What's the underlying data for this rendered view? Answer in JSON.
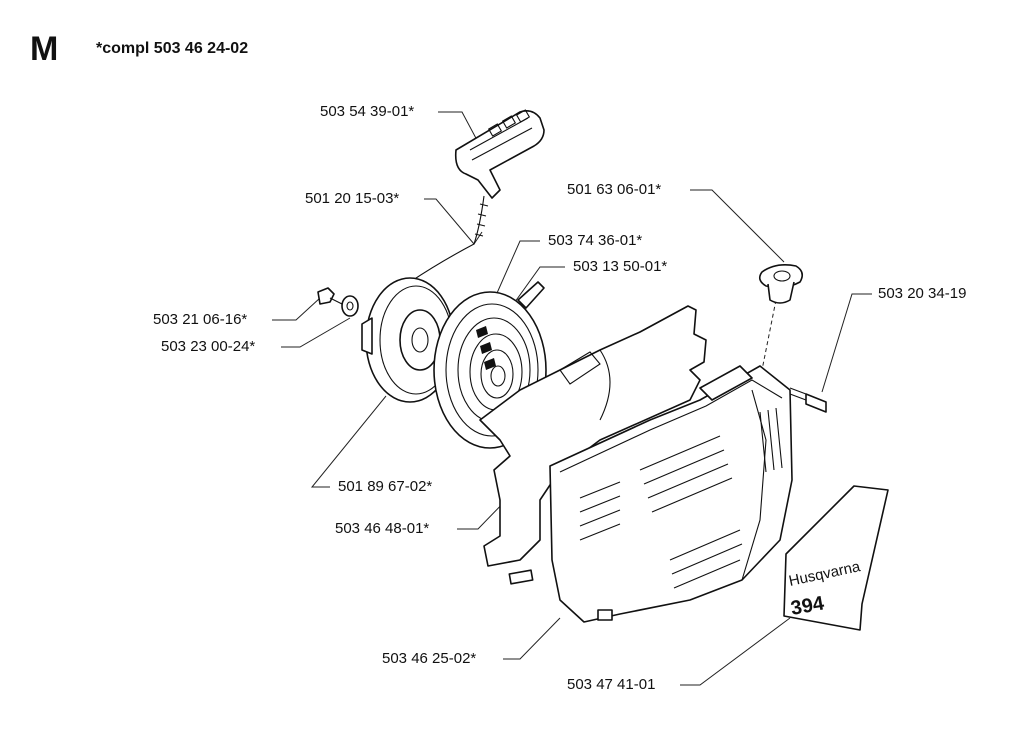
{
  "header": {
    "section_letter": "M",
    "kit_note": "*compl 503 46 24-02"
  },
  "part_labels": [
    {
      "id": "handle",
      "text": "503 54 39-01*"
    },
    {
      "id": "rope",
      "text": "501 20 15-03*"
    },
    {
      "id": "spring-a",
      "text": "503 74 36-01*"
    },
    {
      "id": "spring-b",
      "text": "503 13 50-01*"
    },
    {
      "id": "bushing",
      "text": "501 63 06-01*"
    },
    {
      "id": "screw",
      "text": "503 20 34-19"
    },
    {
      "id": "bolt",
      "text": "503 21 06-16*"
    },
    {
      "id": "washer",
      "text": "503 23 00-24*"
    },
    {
      "id": "pulley",
      "text": "501 89 67-02*"
    },
    {
      "id": "frame",
      "text": "503 46 48-01*"
    },
    {
      "id": "cover",
      "text": "503 46 25-02*"
    },
    {
      "id": "decal",
      "text": "503 47 41-01"
    }
  ],
  "decal": {
    "brand": "Husqvarna",
    "model": "394"
  }
}
